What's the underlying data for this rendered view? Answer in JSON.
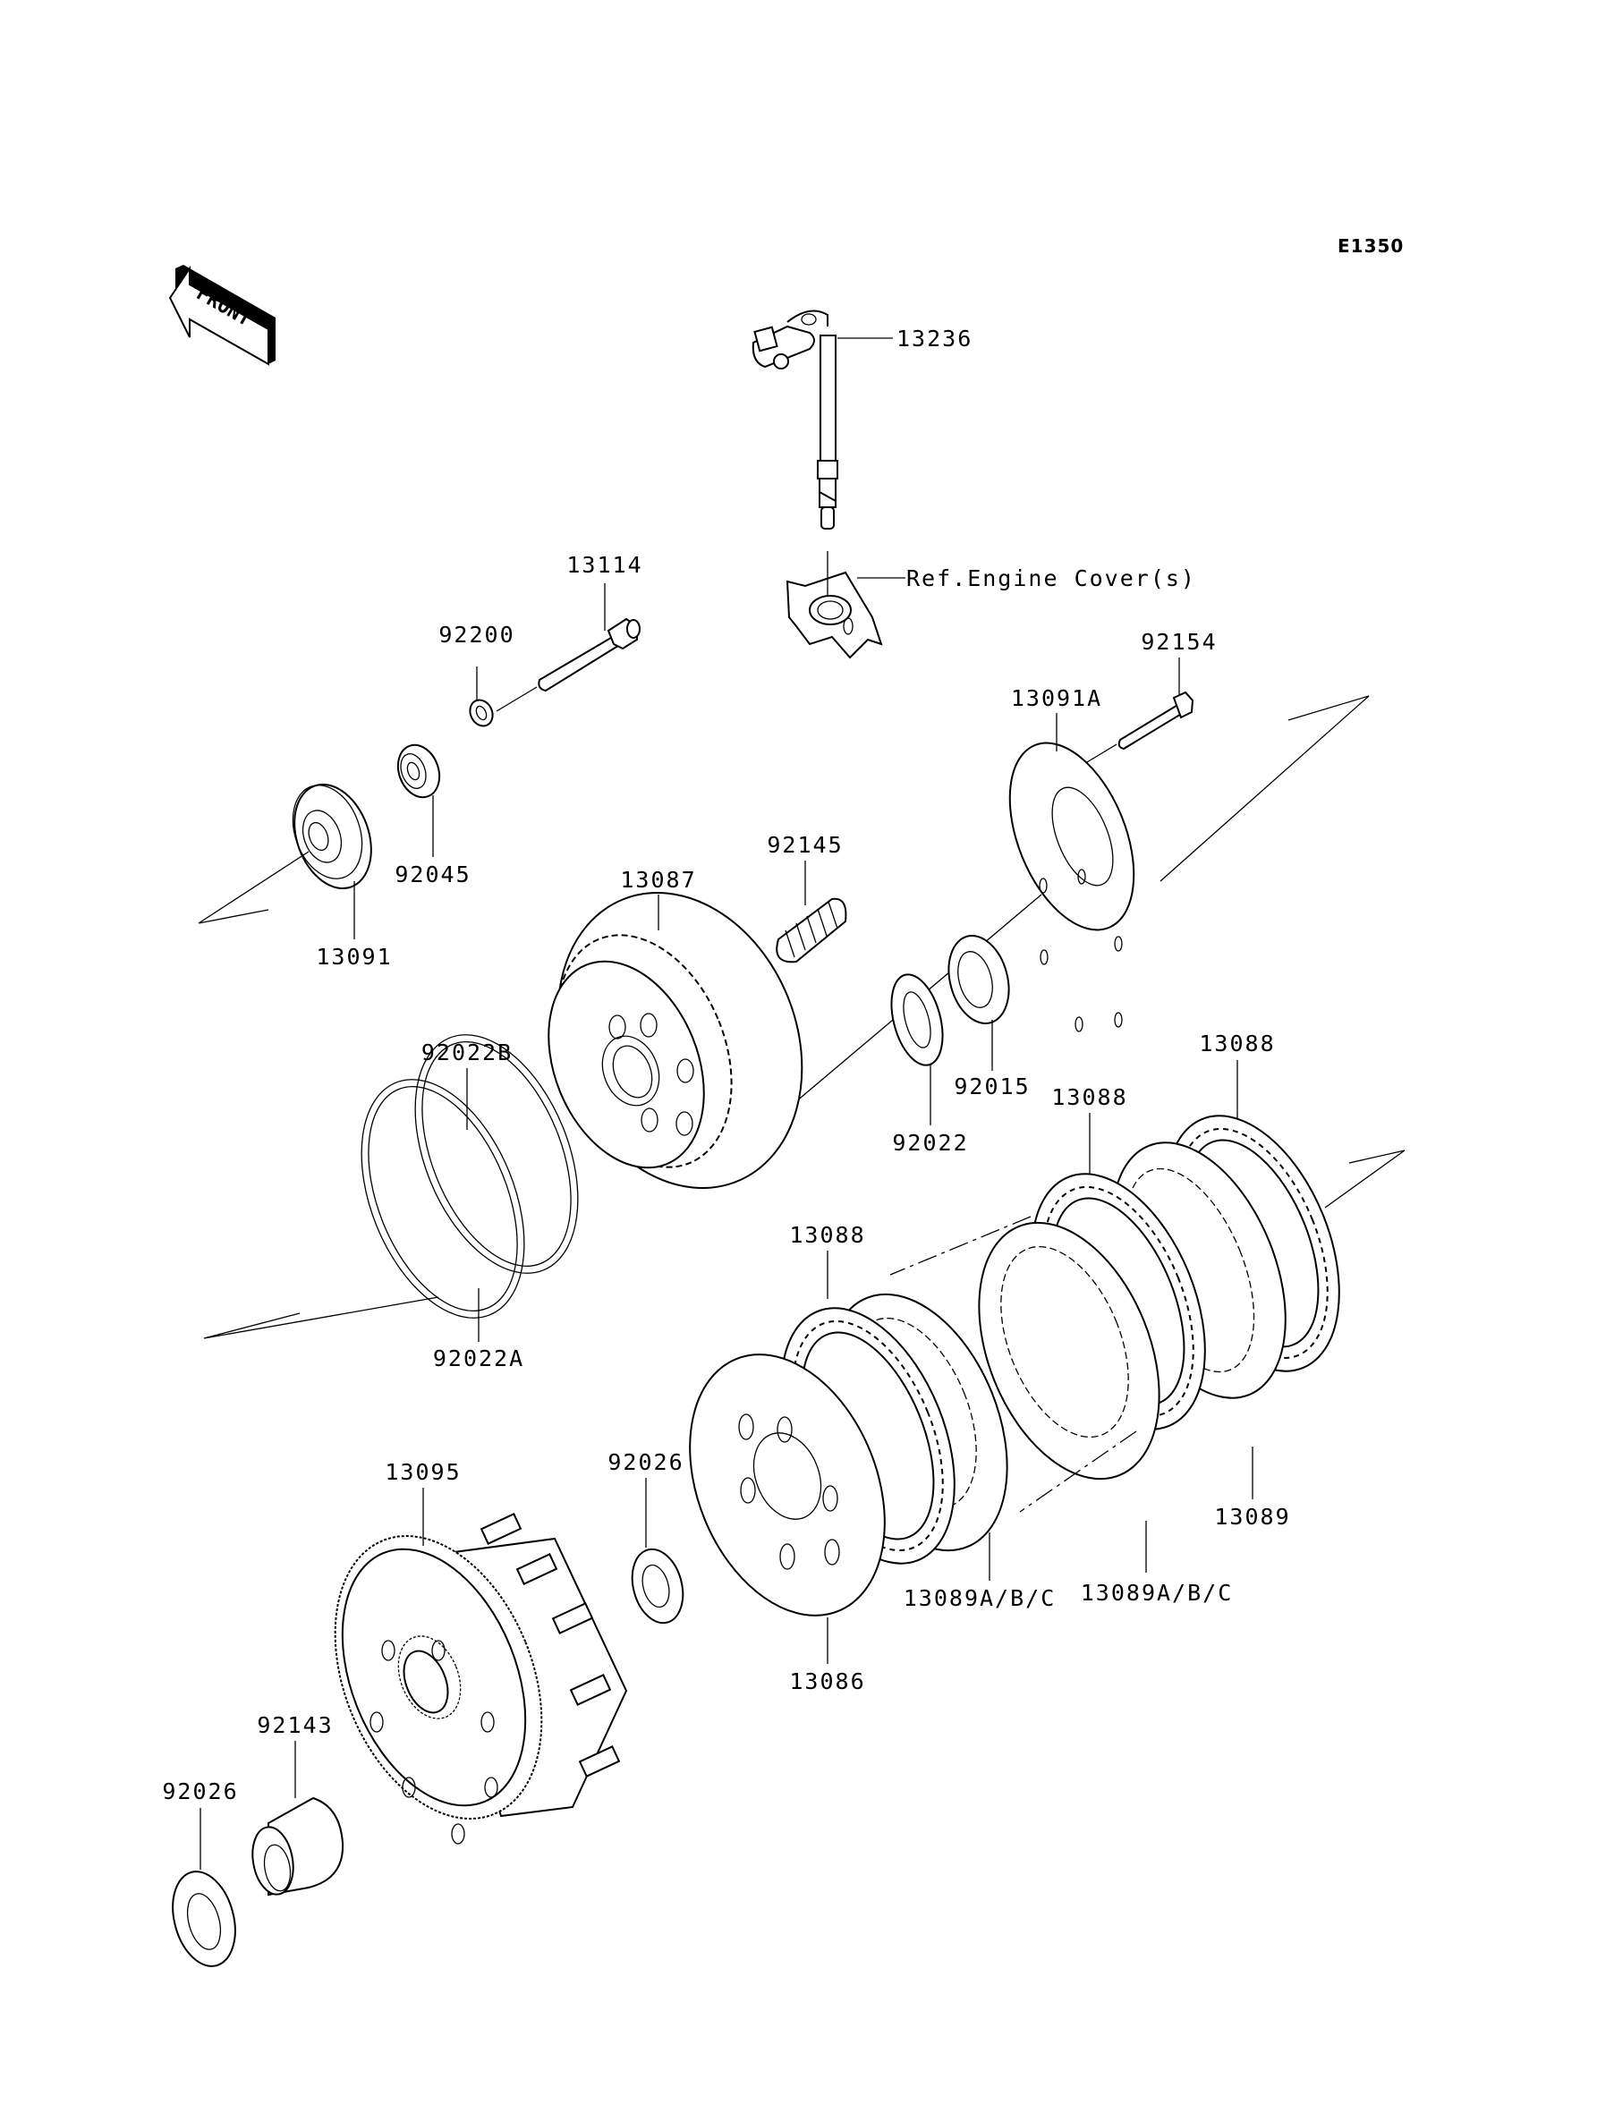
{
  "diagram": {
    "code": "E1350",
    "front_label": "FRONT",
    "reference_note": "Ref.Engine Cover(s)",
    "parts": {
      "p13236": "13236",
      "p13114": "13114",
      "p92200": "92200",
      "p92045": "92045",
      "p13091": "13091",
      "p92154": "92154",
      "p13091A": "13091A",
      "p92145": "92145",
      "p13087": "13087",
      "p92022": "92022",
      "p92015": "92015",
      "p92022B": "92022B",
      "p92022A": "92022A",
      "p13088_a": "13088",
      "p13088_b": "13088",
      "p13088_c": "13088",
      "p13089": "13089",
      "p13089ABC_upper": "13089A/B/C",
      "p13089ABC_lower": "13089A/B/C",
      "p13086": "13086",
      "p92026_a": "92026",
      "p13095": "13095",
      "p92143": "92143",
      "p92026_b": "92026"
    }
  }
}
